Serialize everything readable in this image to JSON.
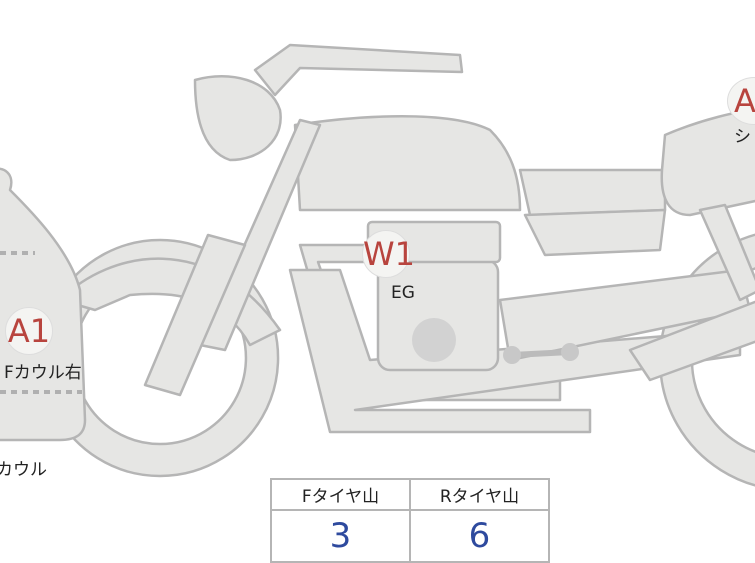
{
  "markers": [
    {
      "code": "A1",
      "label": "Fカウル右"
    },
    {
      "code": "W1",
      "label": "EG"
    },
    {
      "code": "A",
      "label": "シ"
    }
  ],
  "extra_label": "カウル",
  "tire_table": {
    "headers": [
      "Fタイヤ山",
      "Rタイヤ山"
    ],
    "values": [
      "3",
      "6"
    ]
  },
  "colors": {
    "marker_text": "#b8443e",
    "value_text": "#2e4a9e",
    "part_fill": "#e6e6e4"
  }
}
